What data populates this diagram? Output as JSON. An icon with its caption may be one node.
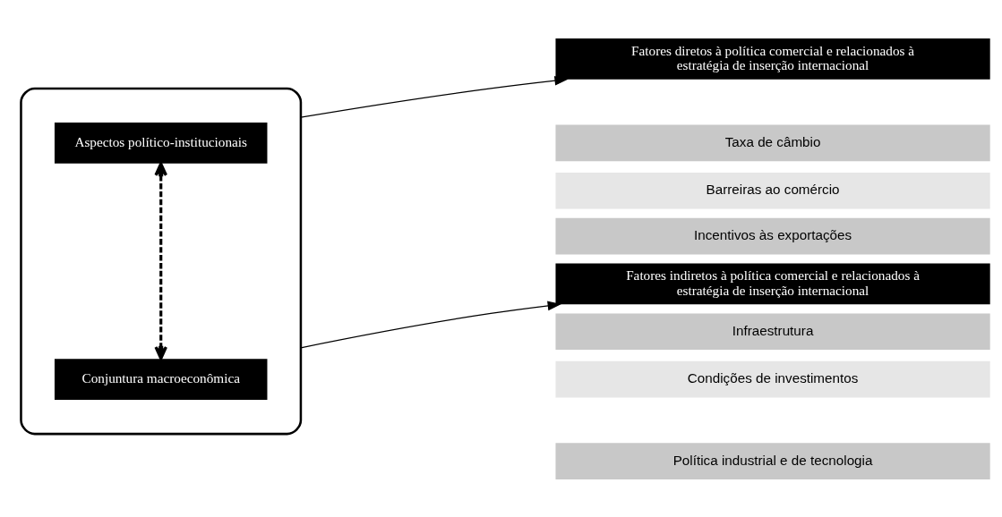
{
  "diagram": {
    "nodes": [
      {
        "text": [],
        "shape": "box"
      },
      {
        "text": [
          "Aspectos político-institucionais"
        ],
        "in": 0
      },
      {
        "text": [
          "Conjuntura macroeconômica"
        ],
        "in": 0
      },
      {
        "text": [
          "Fatores diretos à política comercial e relacionados à estratégia de inserção internacional"
        ]
      },
      {
        "text": [
          "Taxa de câmbio"
        ]
      },
      {
        "text": [
          "Barreiras ao comércio"
        ]
      },
      {
        "text": [
          "Incentivos às exportações"
        ]
      },
      {
        "text": [
          "Fatores indiretos à política comercial e relacionados à estratégia de inserção internacional"
        ]
      },
      {
        "text": [
          "Infraestrutura"
        ]
      },
      {
        "text": [
          "Condições de investimentos"
        ]
      },
      {
        "text": [
          "Política industrial e de tecnologia"
        ]
      }
    ],
    "edges": [
      {
        "from": 1,
        "to": 2,
        "arrow": "both",
        "style": "dashed"
      },
      {
        "from": 0,
        "to": 3,
        "arrow": "to"
      },
      {
        "from": 0,
        "to": 7,
        "arrow": "to"
      }
    ]
  }
}
